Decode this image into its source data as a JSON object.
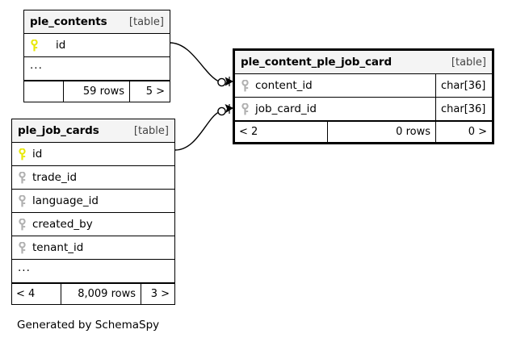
{
  "diagram": {
    "caption": "Generated by SchemaSpy",
    "kind_label": "[table]",
    "ellipsis": "...",
    "key_colors": {
      "primary": "#e8e80a",
      "foreign": "#b0b0b0"
    },
    "line_color": "#000000"
  },
  "tables": [
    {
      "id": "ple_contents",
      "name": "ple_contents",
      "kind": "[table]",
      "focus": false,
      "columns": [
        {
          "name": "id",
          "key": "primary",
          "type": ""
        }
      ],
      "has_more": true,
      "footer": {
        "prev": "",
        "rows": "59 rows",
        "next": "5 >"
      }
    },
    {
      "id": "ple_content_ple_job_card",
      "name": "ple_content_ple_job_card",
      "kind": "[table]",
      "focus": true,
      "columns": [
        {
          "name": "content_id",
          "key": "foreign",
          "type": "char[36]"
        },
        {
          "name": "job_card_id",
          "key": "foreign",
          "type": "char[36]"
        }
      ],
      "has_more": false,
      "footer": {
        "prev": "< 2",
        "rows": "0 rows",
        "next": "0 >"
      }
    },
    {
      "id": "ple_job_cards",
      "name": "ple_job_cards",
      "kind": "[table]",
      "focus": false,
      "columns": [
        {
          "name": "id",
          "key": "primary",
          "type": ""
        },
        {
          "name": "trade_id",
          "key": "foreign",
          "type": ""
        },
        {
          "name": "language_id",
          "key": "foreign",
          "type": ""
        },
        {
          "name": "created_by",
          "key": "foreign",
          "type": ""
        },
        {
          "name": "tenant_id",
          "key": "foreign",
          "type": ""
        }
      ],
      "has_more": true,
      "footer": {
        "prev": "< 4",
        "rows": "8,009 rows",
        "next": "3 >"
      }
    }
  ],
  "relationships": [
    {
      "from": "ple_contents.id",
      "to": "ple_content_ple_job_card.content_id"
    },
    {
      "from": "ple_job_cards.id",
      "to": "ple_content_ple_job_card.job_card_id"
    }
  ]
}
